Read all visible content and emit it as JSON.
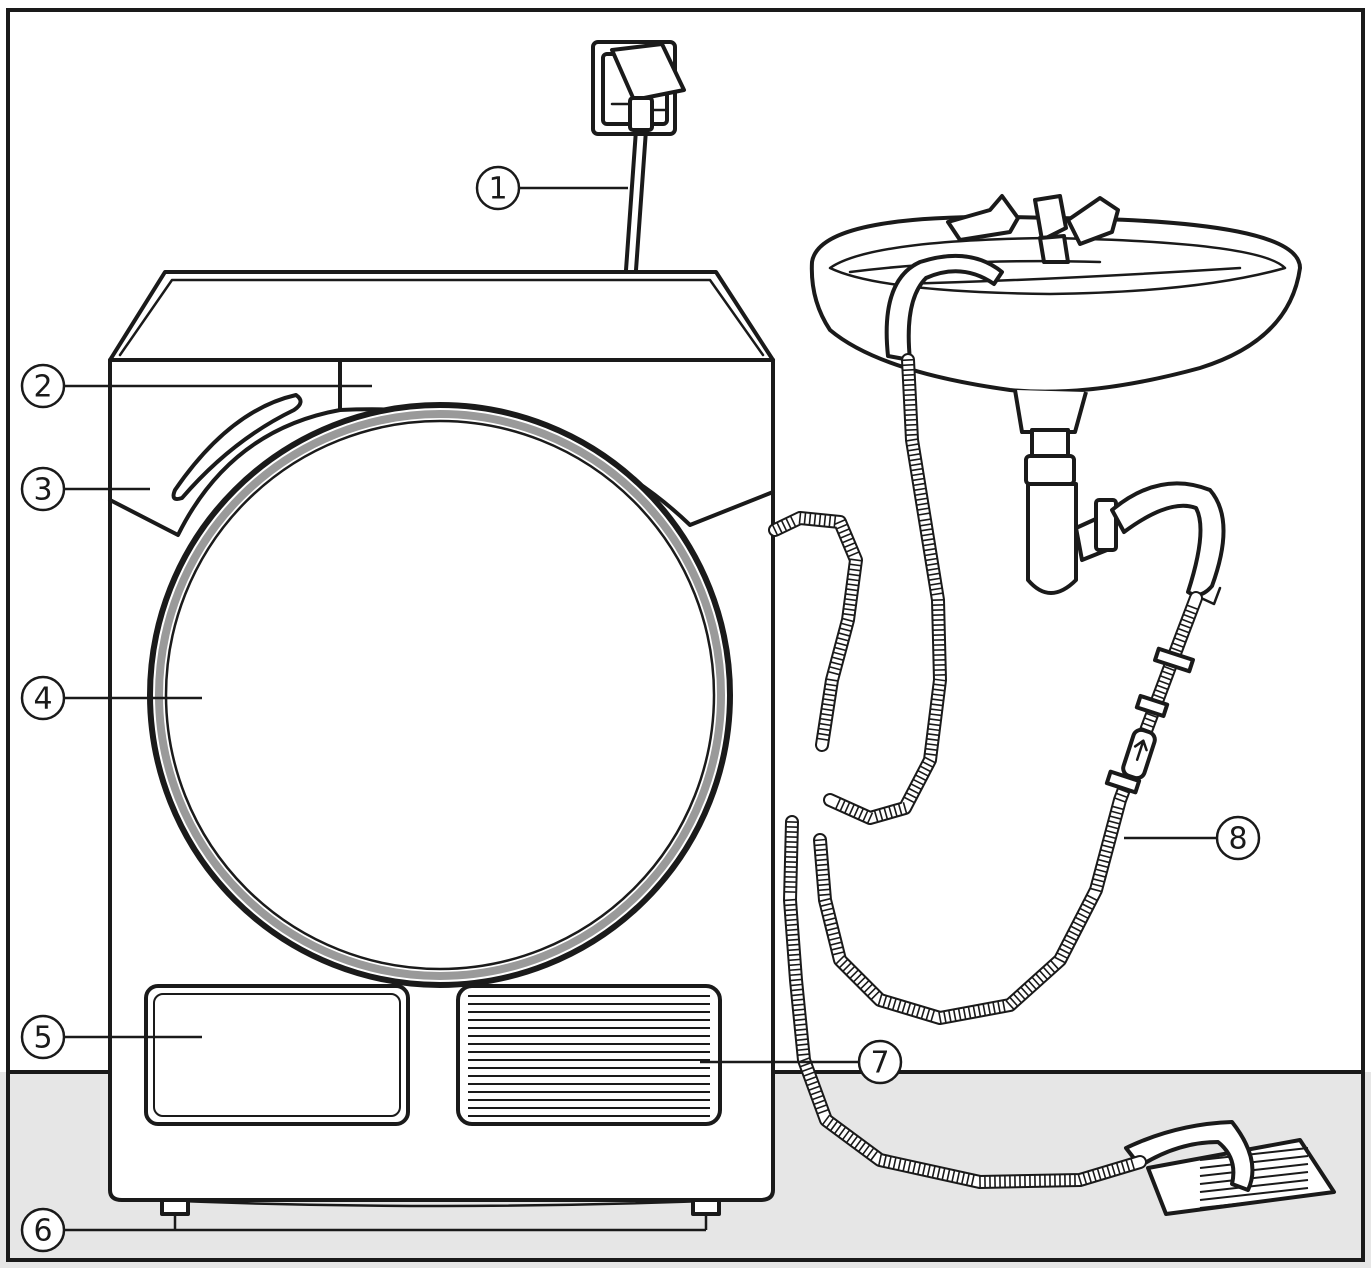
{
  "callouts": [
    {
      "id": "1",
      "label": "1"
    },
    {
      "id": "2",
      "label": "2"
    },
    {
      "id": "3",
      "label": "3"
    },
    {
      "id": "4",
      "label": "4"
    },
    {
      "id": "5",
      "label": "5"
    },
    {
      "id": "6",
      "label": "6"
    },
    {
      "id": "7",
      "label": "7"
    },
    {
      "id": "8",
      "label": "8"
    }
  ],
  "colors": {
    "line": "#1a1a1a",
    "floor": "#e6e6e6",
    "background": "#ffffff",
    "door_seal": "#9a9a9a"
  },
  "icons": {
    "socket": "power-socket-icon",
    "sink": "wash-basin-icon",
    "drain": "floor-drain-icon"
  }
}
